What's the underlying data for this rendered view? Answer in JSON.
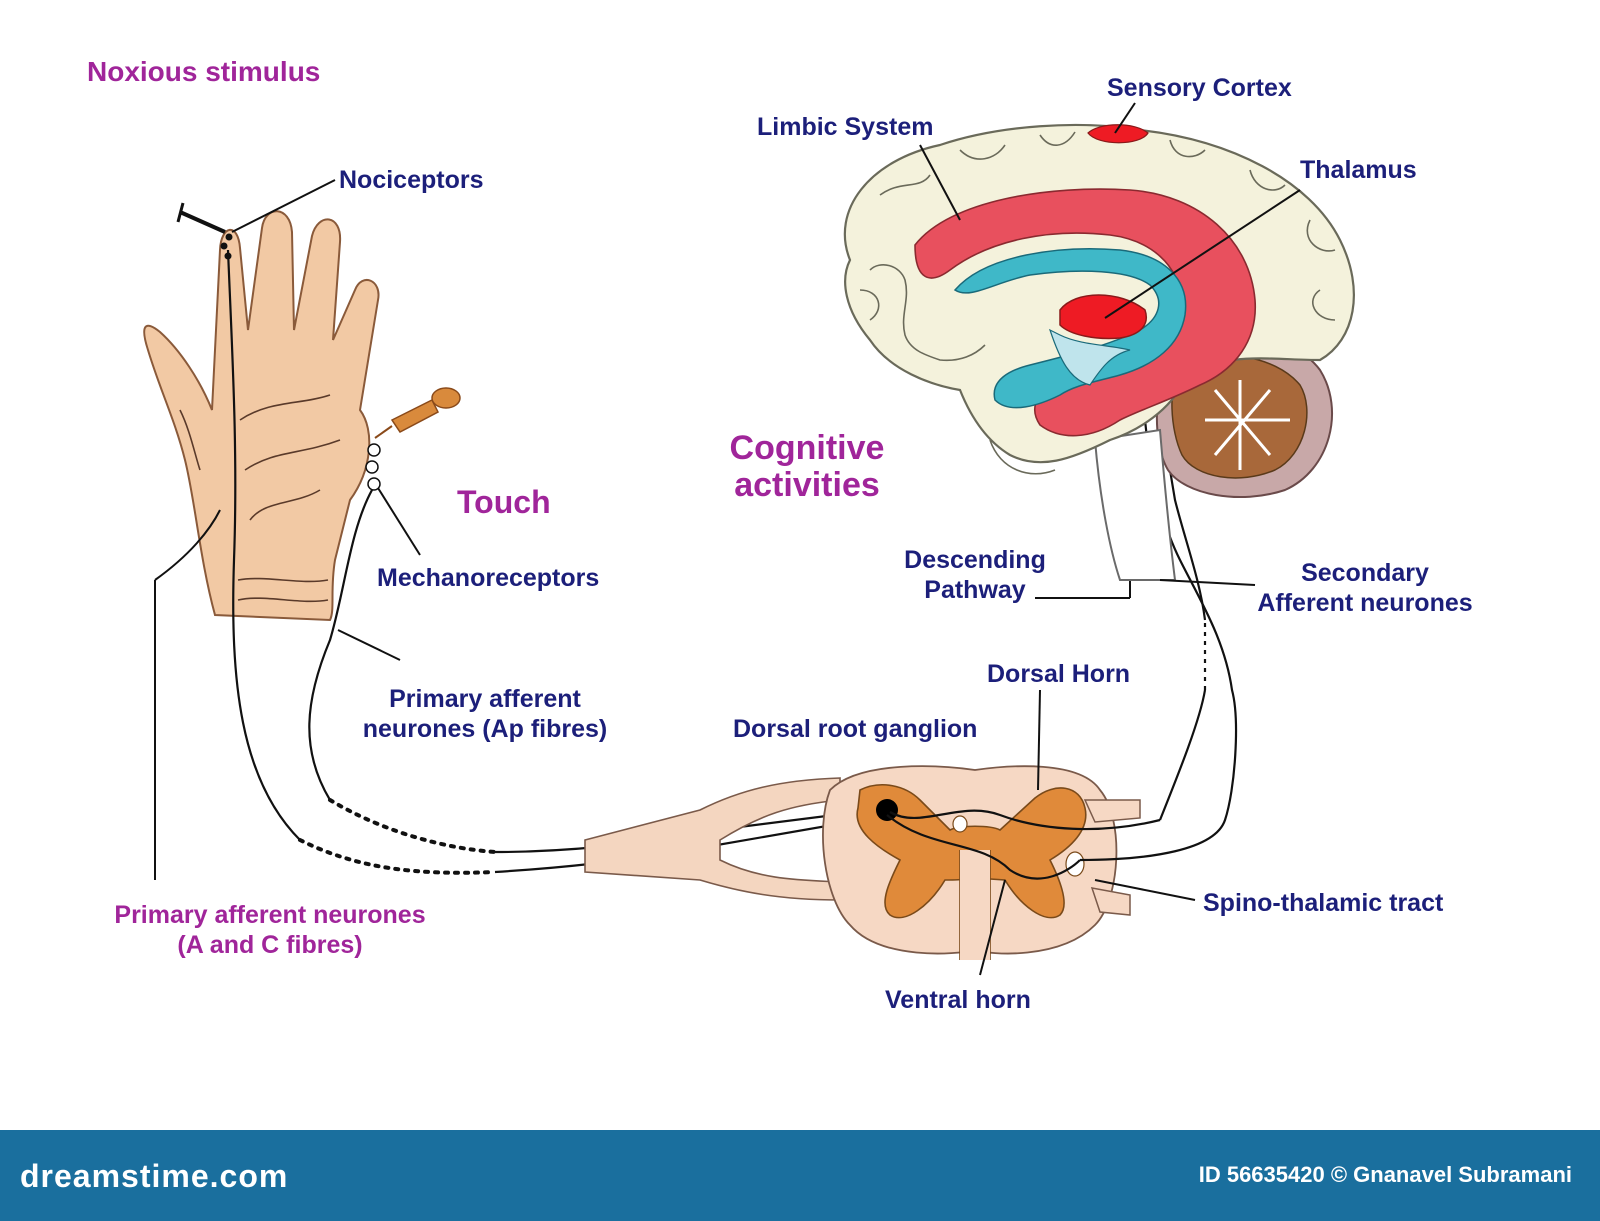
{
  "labels": {
    "noxious_stimulus": "Noxious stimulus",
    "nociceptors": "Nociceptors",
    "touch": "Touch",
    "mechanoreceptors": "Mechanoreceptors",
    "primary_afferent_ab_line1": "Primary afferent",
    "primary_afferent_ab_line2": "neurones (Ap fibres)",
    "primary_afferent_ac_line1": "Primary afferent neurones",
    "primary_afferent_ac_line2": "(A and C fibres)",
    "cognitive_line1": "Cognitive",
    "cognitive_line2": "activities",
    "limbic_system": "Limbic System",
    "sensory_cortex": "Sensory Cortex",
    "thalamus": "Thalamus",
    "descending_line1": "Descending",
    "descending_line2": "Pathway",
    "secondary_line1": "Secondary",
    "secondary_line2": "Afferent neurones",
    "dorsal_horn": "Dorsal Horn",
    "dorsal_root_ganglion": "Dorsal root ganglion",
    "spino_thalamic_tract": "Spino-thalamic tract",
    "ventral_horn": "Ventral horn"
  },
  "footer": {
    "brand": "dreamstime.com",
    "credit": "ID 56635420 © Gnanavel Subramani"
  },
  "colors": {
    "label_navy": "#1c1f7a",
    "label_magenta": "#a0259a",
    "skin": "#f2c9a4",
    "cortex": "#f4f2dc",
    "limbic": "#e8505e",
    "thalamus": "#ee1b24",
    "ventricle": "#3fb8c8",
    "grey_matter": "#e08a3a",
    "footer_bar": "#1a6f9e"
  }
}
